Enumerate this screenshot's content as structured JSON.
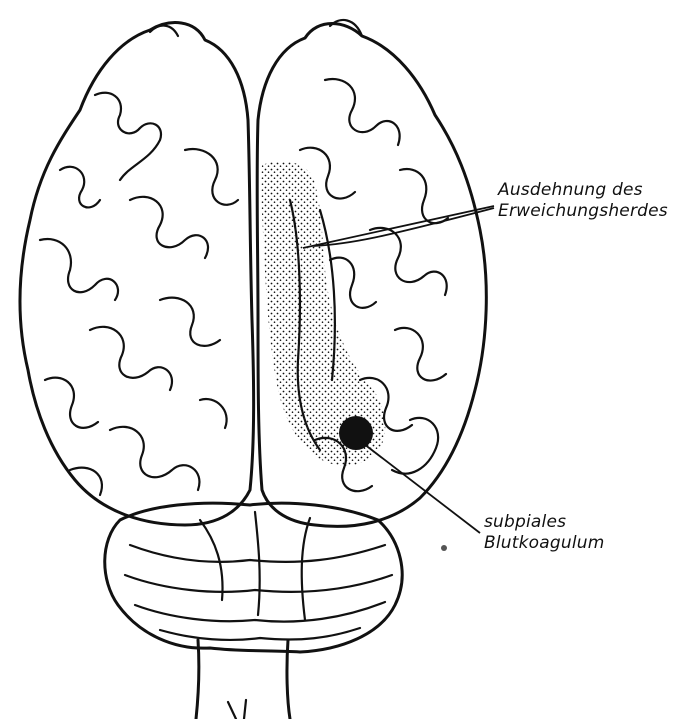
{
  "annotations": {
    "softening_focus": {
      "line1": "Ausdehnung des",
      "line2": "Erweichungsherdes"
    },
    "blood_clot": {
      "line1": "subpiales",
      "line2": "Blutkoagulum"
    }
  },
  "colors": {
    "ink": "#111111",
    "paper": "#ffffff"
  }
}
